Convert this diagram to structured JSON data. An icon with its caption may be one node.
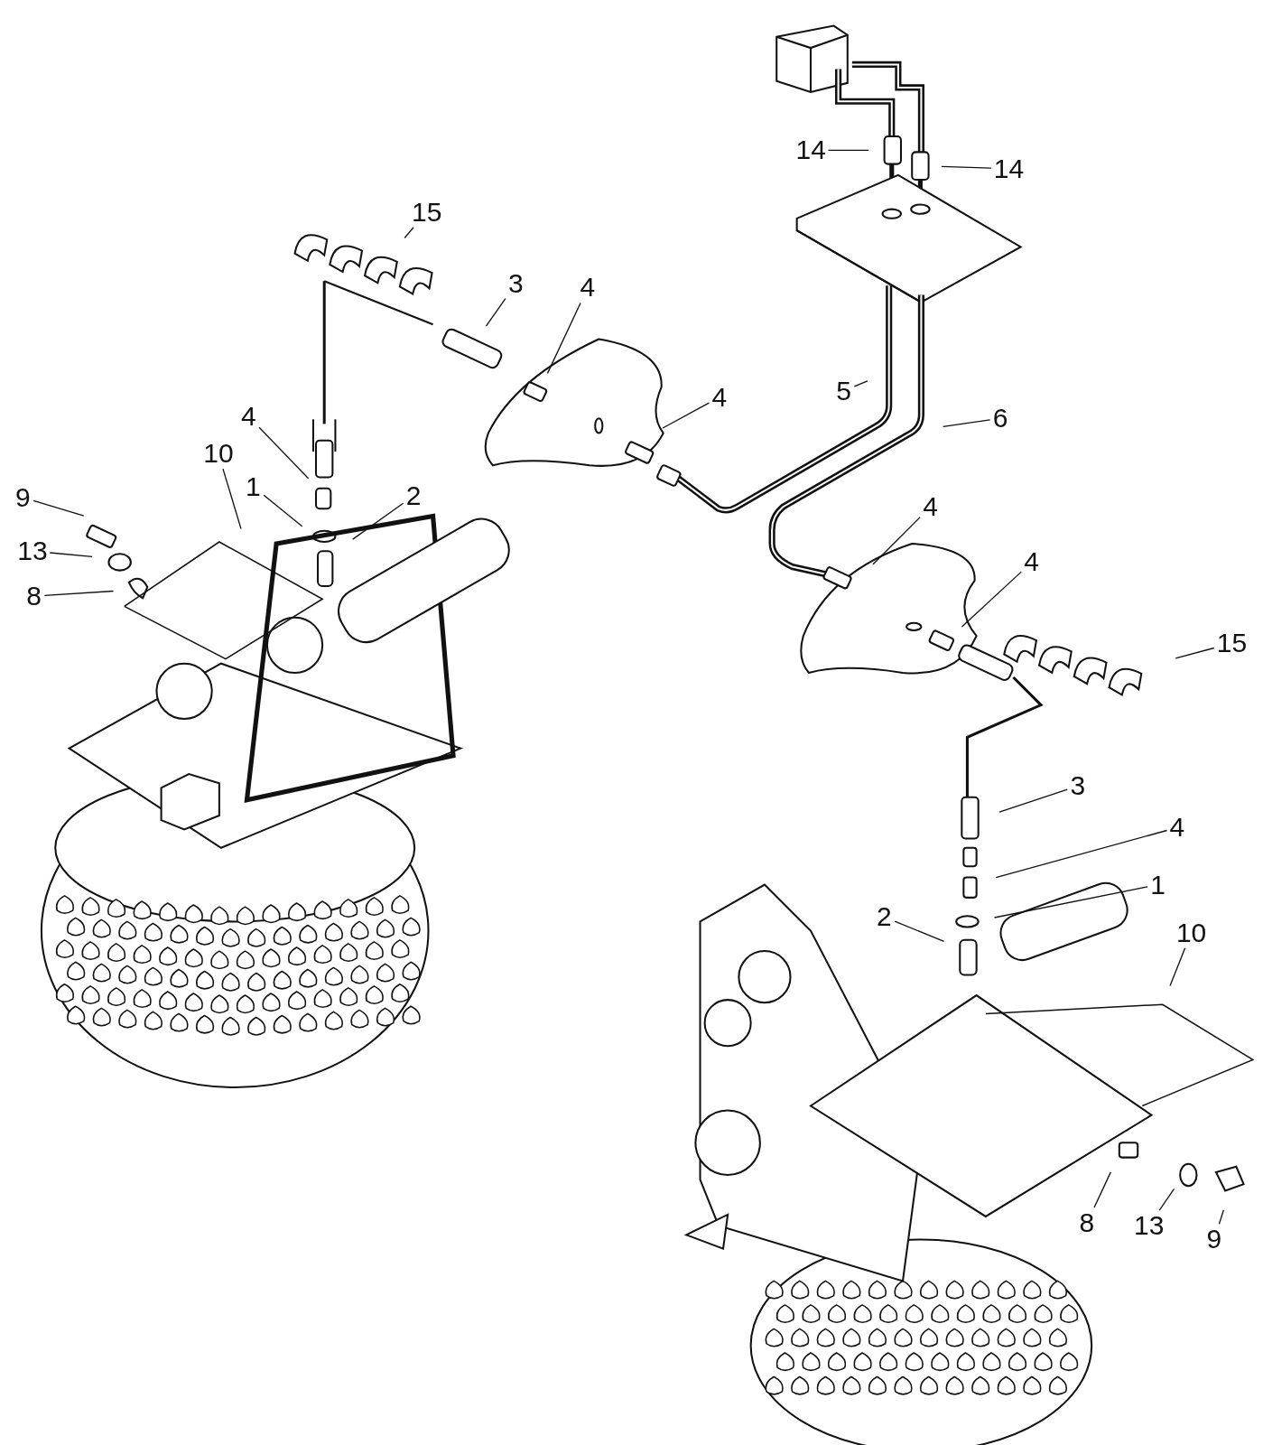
{
  "diagram": {
    "nodes": [
      {
        "text": [
          "14"
        ]
      },
      {
        "text": [
          "14"
        ]
      },
      {
        "text": [
          "15"
        ]
      },
      {
        "text": [
          "3"
        ]
      },
      {
        "text": [
          "4"
        ]
      },
      {
        "text": [
          "4"
        ]
      },
      {
        "text": [
          "5"
        ]
      },
      {
        "text": [
          "6"
        ]
      },
      {
        "text": [
          "4"
        ]
      },
      {
        "text": [
          "10"
        ]
      },
      {
        "text": [
          "1"
        ]
      },
      {
        "text": [
          "2"
        ]
      },
      {
        "text": [
          "9"
        ]
      },
      {
        "text": [
          "13"
        ]
      },
      {
        "text": [
          "8"
        ]
      },
      {
        "text": [
          "4"
        ]
      },
      {
        "text": [
          "4"
        ]
      },
      {
        "text": [
          "15"
        ]
      },
      {
        "text": [
          "3"
        ]
      },
      {
        "text": [
          "4"
        ]
      },
      {
        "text": [
          "1"
        ]
      },
      {
        "text": [
          "2"
        ]
      },
      {
        "text": [
          "10"
        ]
      },
      {
        "text": [
          "8"
        ]
      },
      {
        "text": [
          "13"
        ]
      },
      {
        "text": [
          "9"
        ]
      }
    ],
    "edges": [
      {
        "from": 0,
        "to": null,
        "arrow": "none"
      },
      {
        "from": 1,
        "to": null,
        "arrow": "none"
      },
      {
        "from": 2,
        "to": null,
        "arrow": "none"
      },
      {
        "from": 3,
        "to": null,
        "arrow": "none"
      },
      {
        "from": 4,
        "to": null,
        "arrow": "none"
      },
      {
        "from": 5,
        "to": null,
        "arrow": "none"
      },
      {
        "from": 6,
        "to": null,
        "arrow": "none"
      },
      {
        "from": 7,
        "to": null,
        "arrow": "none"
      },
      {
        "from": 8,
        "to": null,
        "arrow": "none"
      },
      {
        "from": 9,
        "to": null,
        "arrow": "none"
      },
      {
        "from": 10,
        "to": null,
        "arrow": "none"
      },
      {
        "from": 11,
        "to": null,
        "arrow": "none"
      },
      {
        "from": 12,
        "to": null,
        "arrow": "none"
      },
      {
        "from": 13,
        "to": null,
        "arrow": "none"
      },
      {
        "from": 14,
        "to": null,
        "arrow": "none"
      },
      {
        "from": 15,
        "to": null,
        "arrow": "none"
      },
      {
        "from": 16,
        "to": null,
        "arrow": "none"
      },
      {
        "from": 17,
        "to": null,
        "arrow": "none"
      },
      {
        "from": 18,
        "to": null,
        "arrow": "none"
      },
      {
        "from": 19,
        "to": null,
        "arrow": "none"
      },
      {
        "from": 20,
        "to": null,
        "arrow": "none"
      },
      {
        "from": 21,
        "to": null,
        "arrow": "none"
      },
      {
        "from": 22,
        "to": null,
        "arrow": "none"
      },
      {
        "from": 23,
        "to": null,
        "arrow": "none"
      },
      {
        "from": 24,
        "to": null,
        "arrow": "none"
      },
      {
        "from": 25,
        "to": null,
        "arrow": "none"
      }
    ]
  }
}
